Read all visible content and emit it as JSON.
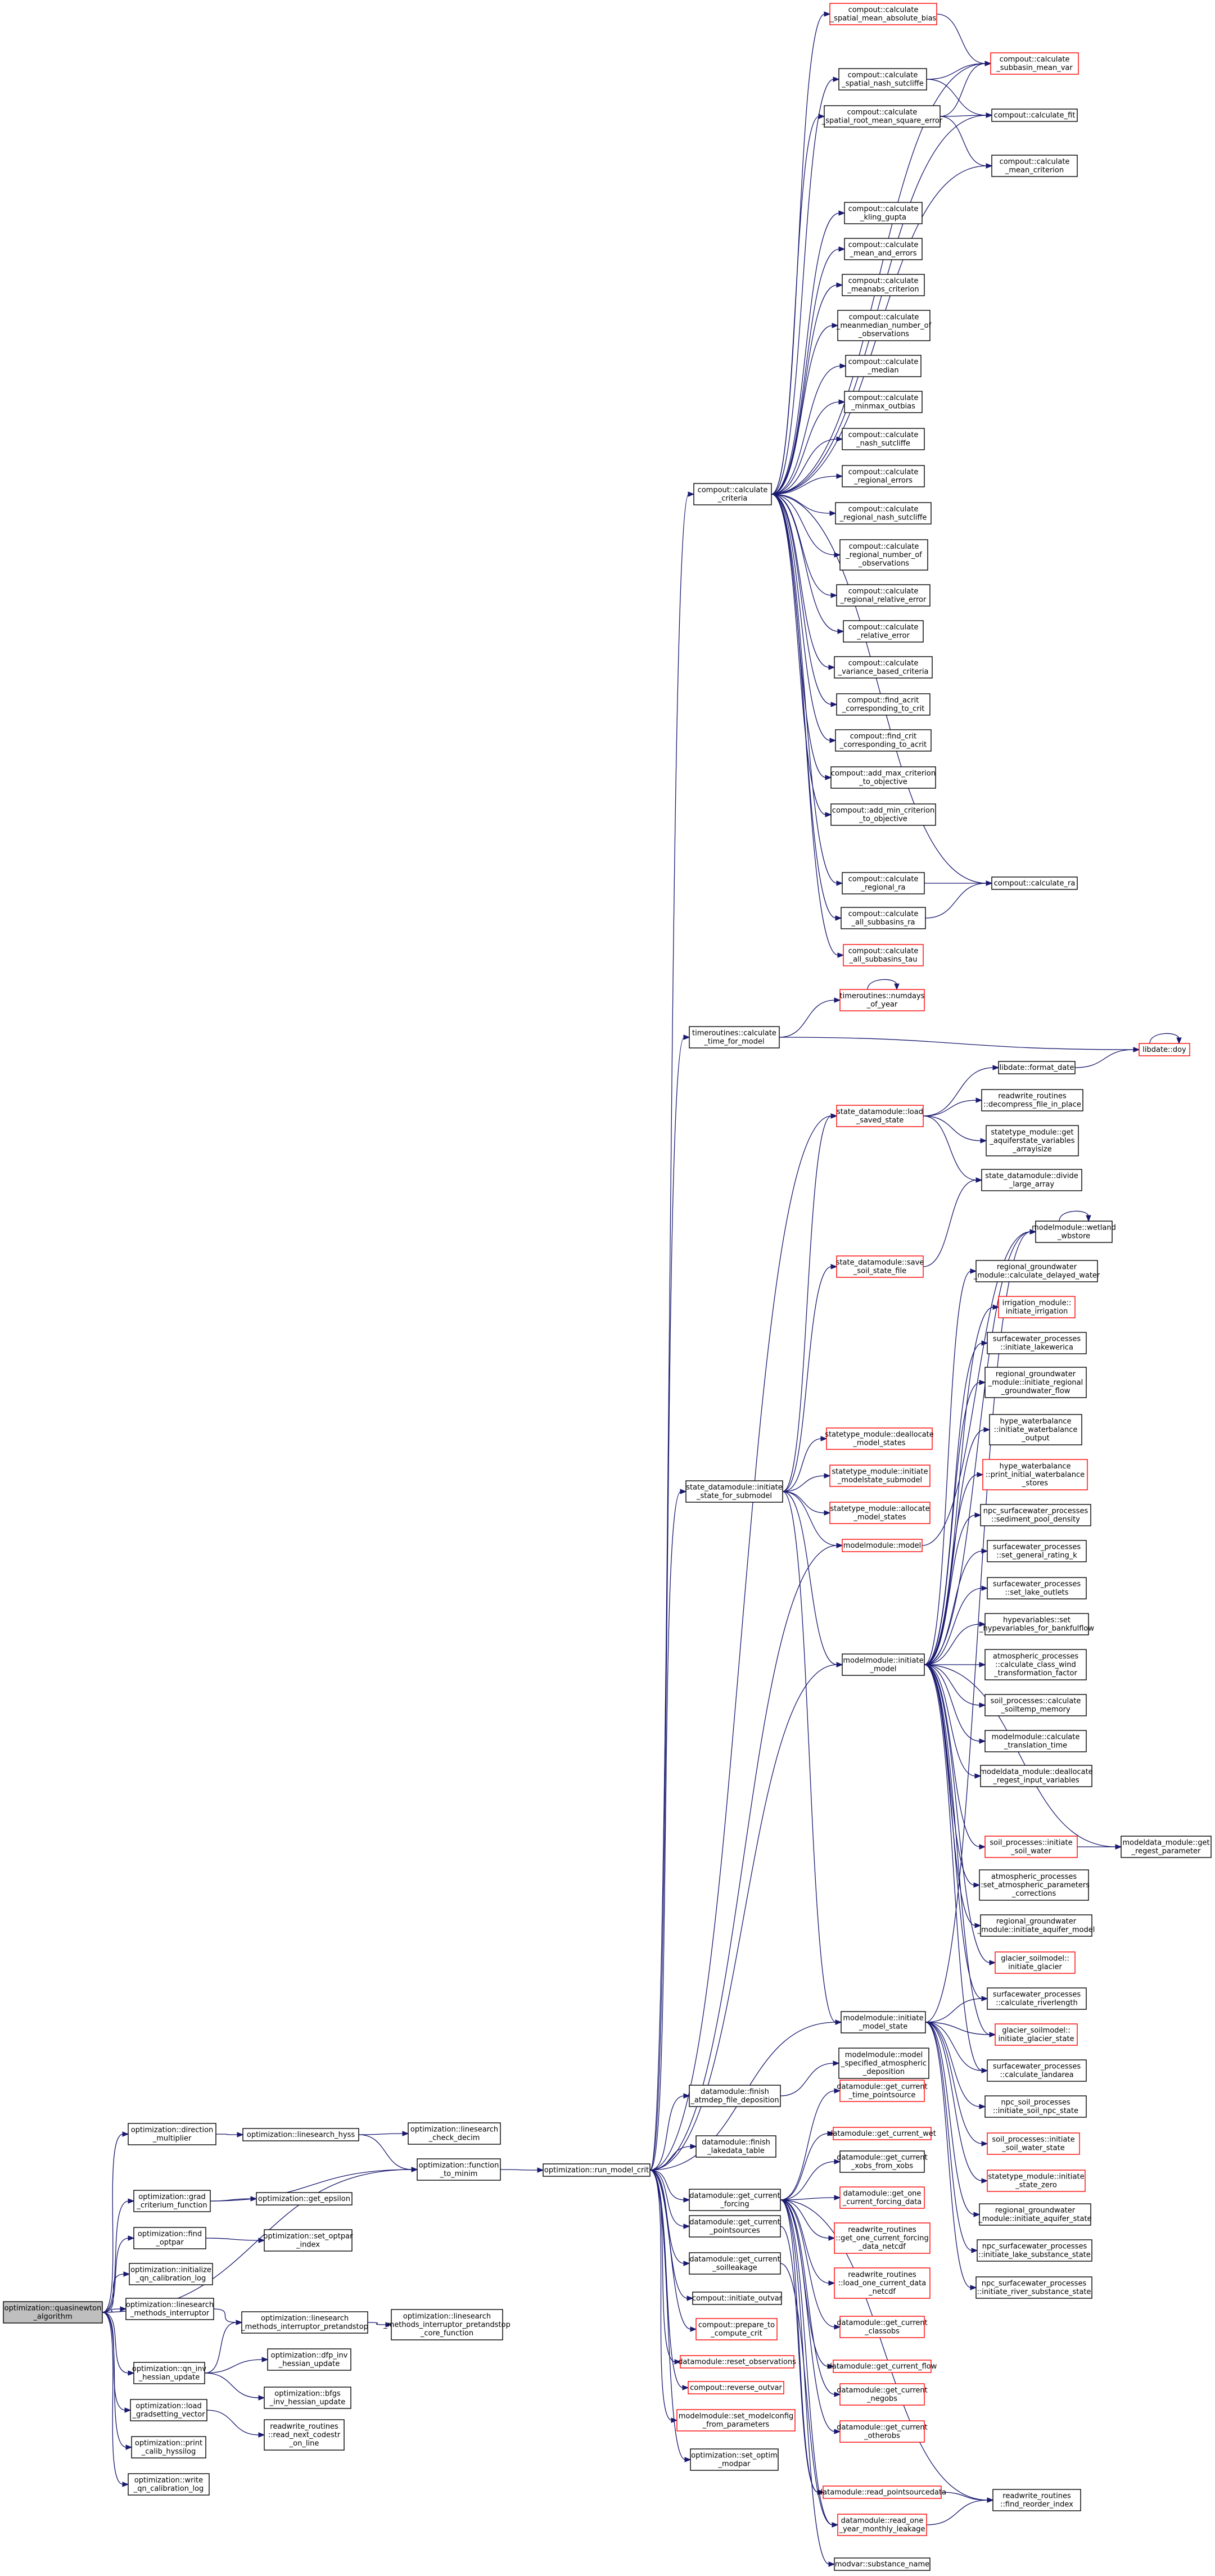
{
  "colors": {
    "edge": "#191970",
    "normal_border": "#000000",
    "incomplete_border": "#ff0000",
    "root_fill": "#bfbfbf",
    "background": "#ffffff"
  },
  "nodes": [
    {
      "id": "root",
      "lines": [
        "optimization::quasinewton",
        "_algorithm"
      ],
      "style": "root"
    },
    {
      "id": "direction",
      "lines": [
        "optimization::direction",
        "_multiplier"
      ],
      "style": "black"
    },
    {
      "id": "grad",
      "lines": [
        "optimization::grad",
        "_criterium_function"
      ],
      "style": "black"
    },
    {
      "id": "findopt",
      "lines": [
        "optimization::find",
        "_optpar"
      ],
      "style": "black"
    },
    {
      "id": "initcal",
      "lines": [
        "optimization::initialize",
        "_qn_calibration_log"
      ],
      "style": "black"
    },
    {
      "id": "lsmeth",
      "lines": [
        "optimization::linesearch",
        "_methods_interruptor"
      ],
      "style": "black"
    },
    {
      "id": "qninv",
      "lines": [
        "optimization::qn_inv",
        "_hessian_update"
      ],
      "style": "black"
    },
    {
      "id": "loadgrad",
      "lines": [
        "optimization::load",
        "_gradsetting_vector"
      ],
      "style": "black"
    },
    {
      "id": "printcal",
      "lines": [
        "optimization::print",
        "_calib_hyssilog"
      ],
      "style": "black"
    },
    {
      "id": "writecal",
      "lines": [
        "optimization::write",
        "_qn_calibration_log"
      ],
      "style": "black"
    },
    {
      "id": "lshyss",
      "lines": [
        "optimization::linesearch_hyss"
      ],
      "style": "black"
    },
    {
      "id": "geteps",
      "lines": [
        "optimization::get_epsilon"
      ],
      "style": "black"
    },
    {
      "id": "setopt",
      "lines": [
        "optimization::set_optpar",
        "_index"
      ],
      "style": "black"
    },
    {
      "id": "lsmeth2",
      "lines": [
        "optimization::linesearch",
        "_methods_interruptor_pretandstop"
      ],
      "style": "black"
    },
    {
      "id": "dfp",
      "lines": [
        "optimization::dfp_inv",
        "_hessian_update"
      ],
      "style": "black"
    },
    {
      "id": "bfgs",
      "lines": [
        "optimization::bfgs",
        "_inv_hessian_update"
      ],
      "style": "black"
    },
    {
      "id": "rwnext",
      "lines": [
        "readwrite_routines",
        "::read_next_codestr",
        "_on_line"
      ],
      "style": "black"
    },
    {
      "id": "lscheck",
      "lines": [
        "optimization::linesearch",
        "_check_decim"
      ],
      "style": "black"
    },
    {
      "id": "fnminim",
      "lines": [
        "optimization::function",
        "_to_minim"
      ],
      "style": "black"
    },
    {
      "id": "lscore",
      "lines": [
        "optimization::linesearch",
        "_methods_interruptor_pretandstop",
        "_core_function"
      ],
      "style": "black"
    },
    {
      "id": "runmodel",
      "lines": [
        "optimization::run_model_crit"
      ],
      "style": "black"
    },
    {
      "id": "critmain",
      "lines": [
        "compout::calculate",
        "_criteria"
      ],
      "style": "black"
    },
    {
      "id": "ctimesall",
      "lines": [
        "timeroutines::calculate",
        "_time_for_model"
      ],
      "style": "black"
    },
    {
      "id": "sdmstate",
      "lines": [
        "state_datamodule::initiate",
        "_state_for_submodel"
      ],
      "style": "black"
    },
    {
      "id": "dmfinish",
      "lines": [
        "datamodule::finish",
        "_atmdep_file_deposition"
      ],
      "style": "black"
    },
    {
      "id": "dmlake",
      "lines": [
        "datamodule::finish",
        "_lakedata_table"
      ],
      "style": "black"
    },
    {
      "id": "dmgetforc",
      "lines": [
        "datamodule::get_current",
        "_forcing"
      ],
      "style": "black"
    },
    {
      "id": "dmgetpoint",
      "lines": [
        "datamodule::get_current",
        "_pointsources"
      ],
      "style": "black"
    },
    {
      "id": "dmgetsoil",
      "lines": [
        "datamodule::get_current",
        "_soilleakage"
      ],
      "style": "black"
    },
    {
      "id": "coinit",
      "lines": [
        "compout::initiate_outvar"
      ],
      "style": "black"
    },
    {
      "id": "coprep",
      "lines": [
        "compout::prepare_to",
        "_compute_crit"
      ],
      "style": "red"
    },
    {
      "id": "dmreset",
      "lines": [
        "datamodule::reset_observations"
      ],
      "style": "red"
    },
    {
      "id": "coreverse",
      "lines": [
        "compout::reverse_outvar"
      ],
      "style": "red"
    },
    {
      "id": "mmsetmc",
      "lines": [
        "modelmodule::set_modelconfig",
        "_from_parameters"
      ],
      "style": "red"
    },
    {
      "id": "optsetoptim",
      "lines": [
        "optimization::set_optim",
        "_modpar"
      ],
      "style": "black"
    },
    {
      "id": "c01",
      "lines": [
        "compout::calculate",
        "_spatial_mean_absolute_bias"
      ],
      "style": "red"
    },
    {
      "id": "c02",
      "lines": [
        "compout::calculate",
        "_spatial_nash_sutcliffe"
      ],
      "style": "black"
    },
    {
      "id": "c03",
      "lines": [
        "compout::calculate",
        "_spatial_root_mean_square_error"
      ],
      "style": "black"
    },
    {
      "id": "c04",
      "lines": [
        "compout::calculate",
        "_kling_gupta"
      ],
      "style": "black"
    },
    {
      "id": "c05",
      "lines": [
        "compout::calculate",
        "_mean_and_errors"
      ],
      "style": "black"
    },
    {
      "id": "c06",
      "lines": [
        "compout::calculate",
        "_meanabs_criterion"
      ],
      "style": "black"
    },
    {
      "id": "c07",
      "lines": [
        "compout::calculate",
        "_meanmedian_number_of",
        "_observations"
      ],
      "style": "black"
    },
    {
      "id": "c08",
      "lines": [
        "compout::calculate",
        "_median"
      ],
      "style": "black"
    },
    {
      "id": "c09",
      "lines": [
        "compout::calculate",
        "_minmax_outbias"
      ],
      "style": "black"
    },
    {
      "id": "c10",
      "lines": [
        "compout::calculate",
        "_nash_sutcliffe"
      ],
      "style": "black"
    },
    {
      "id": "c11",
      "lines": [
        "compout::calculate",
        "_regional_errors"
      ],
      "style": "black"
    },
    {
      "id": "c12",
      "lines": [
        "compout::calculate",
        "_regional_nash_sutcliffe"
      ],
      "style": "black"
    },
    {
      "id": "c13",
      "lines": [
        "compout::calculate",
        "_regional_number_of",
        "_observations"
      ],
      "style": "black"
    },
    {
      "id": "c14",
      "lines": [
        "compout::calculate",
        "_regional_relative_error"
      ],
      "style": "black"
    },
    {
      "id": "c15",
      "lines": [
        "compout::calculate",
        "_relative_error"
      ],
      "style": "black"
    },
    {
      "id": "c16",
      "lines": [
        "compout::calculate",
        "_variance_based_criteria"
      ],
      "style": "black"
    },
    {
      "id": "c17",
      "lines": [
        "compout::find_acrit",
        "_corresponding_to_crit"
      ],
      "style": "black"
    },
    {
      "id": "c18",
      "lines": [
        "compout::find_crit",
        "_corresponding_to_acrit"
      ],
      "style": "black"
    },
    {
      "id": "c19",
      "lines": [
        "compout::add_max_criterion",
        "_to_objective"
      ],
      "style": "black"
    },
    {
      "id": "c20",
      "lines": [
        "compout::add_min_criterion",
        "_to_objective"
      ],
      "style": "black"
    },
    {
      "id": "c21",
      "lines": [
        "compout::calculate",
        "_regional_ra"
      ],
      "style": "black"
    },
    {
      "id": "c22",
      "lines": [
        "compout::calculate",
        "_all_subbasins_ra"
      ],
      "style": "black"
    },
    {
      "id": "c23",
      "lines": [
        "compout::calculate",
        "_all_subbasins_tau"
      ],
      "style": "red"
    },
    {
      "id": "r1",
      "lines": [
        "compout::calculate",
        "_subbasin_mean_var"
      ],
      "style": "red"
    },
    {
      "id": "r2",
      "lines": [
        "compout::calculate_fit"
      ],
      "style": "black"
    },
    {
      "id": "r3",
      "lines": [
        "compout::calculate",
        "_mean_criterion"
      ],
      "style": "black"
    },
    {
      "id": "r4",
      "lines": [
        "compout::calculate_ra"
      ],
      "style": "black"
    },
    {
      "id": "tnumdays",
      "lines": [
        "timeroutines::numdays",
        "_of_year"
      ],
      "style": "red"
    },
    {
      "id": "lformat",
      "lines": [
        "libdate::format_date"
      ],
      "style": "black"
    },
    {
      "id": "ldoy",
      "lines": [
        "libdate::doy"
      ],
      "style": "red"
    },
    {
      "id": "sdmload",
      "lines": [
        "state_datamodule::load",
        "_saved_state"
      ],
      "style": "red"
    },
    {
      "id": "rwdecomp",
      "lines": [
        "readwrite_routines",
        "::decompress_file_in_place"
      ],
      "style": "black"
    },
    {
      "id": "stmget",
      "lines": [
        "statetype_module::get",
        "_aquiferstate_variables",
        "_arrayisize"
      ],
      "style": "black"
    },
    {
      "id": "sdmdivide",
      "lines": [
        "state_datamodule::divide",
        "_large_array"
      ],
      "style": "black"
    },
    {
      "id": "sdmsave",
      "lines": [
        "state_datamodule::save",
        "_soil_state_file"
      ],
      "style": "red"
    },
    {
      "id": "stmdealloc",
      "lines": [
        "statetype_module::deallocate",
        "_model_states"
      ],
      "style": "red"
    },
    {
      "id": "stminit",
      "lines": [
        "statetype_module::initiate",
        "_modelstate_submodel"
      ],
      "style": "red"
    },
    {
      "id": "stmalloc",
      "lines": [
        "statetype_module::allocate",
        "_model_states"
      ],
      "style": "red"
    },
    {
      "id": "mmmodel",
      "lines": [
        "modelmodule::model"
      ],
      "style": "red"
    },
    {
      "id": "mminitmodel",
      "lines": [
        "modelmodule::initiate",
        "_model"
      ],
      "style": "black"
    },
    {
      "id": "mminitstate",
      "lines": [
        "modelmodule::initiate",
        "_model_state"
      ],
      "style": "black"
    },
    {
      "id": "mmwetland",
      "lines": [
        "modelmodule::wetland",
        "_wbstore"
      ],
      "style": "black"
    },
    {
      "id": "rg1",
      "lines": [
        "regional_groundwater",
        "_module::calculate_delayed_water"
      ],
      "style": "black"
    },
    {
      "id": "irr",
      "lines": [
        "irrigation_module::",
        "initiate_irrigation"
      ],
      "style": "red"
    },
    {
      "id": "sw1",
      "lines": [
        "surfacewater_processes",
        "::initiate_lakewerica"
      ],
      "style": "black"
    },
    {
      "id": "rg2",
      "lines": [
        "regional_groundwater",
        "_module::initiate_regional",
        "_groundwater_flow"
      ],
      "style": "black"
    },
    {
      "id": "hw1",
      "lines": [
        "hype_waterbalance",
        "::initiate_waterbalance",
        "_output"
      ],
      "style": "black"
    },
    {
      "id": "hw2",
      "lines": [
        "hype_waterbalance",
        "::print_initial_waterbalance",
        "_stores"
      ],
      "style": "red"
    },
    {
      "id": "npc1",
      "lines": [
        "npc_surfacewater_processes",
        "::sediment_pool_density"
      ],
      "style": "black"
    },
    {
      "id": "sw2",
      "lines": [
        "surfacewater_processes",
        "::set_general_rating_k"
      ],
      "style": "black"
    },
    {
      "id": "sw3",
      "lines": [
        "surfacewater_processes",
        "::set_lake_outlets"
      ],
      "style": "black"
    },
    {
      "id": "hv1",
      "lines": [
        "hypevariables::set",
        "_hypevariables_for_bankfulflow"
      ],
      "style": "black"
    },
    {
      "id": "atm1",
      "lines": [
        "atmospheric_processes",
        "::calculate_class_wind",
        "_transformation_factor"
      ],
      "style": "black"
    },
    {
      "id": "sp1",
      "lines": [
        "soil_processes::calculate",
        "_soiltemp_memory"
      ],
      "style": "black"
    },
    {
      "id": "mmcalc",
      "lines": [
        "modelmodule::calculate",
        "_translation_time"
      ],
      "style": "black"
    },
    {
      "id": "mddealloc",
      "lines": [
        "modeldata_module::deallocate",
        "_regest_input_variables"
      ],
      "style": "black"
    },
    {
      "id": "sp2",
      "lines": [
        "soil_processes::initiate",
        "_soil_water"
      ],
      "style": "red"
    },
    {
      "id": "mdget",
      "lines": [
        "modeldata_module::get",
        "_regest_parameter"
      ],
      "style": "black"
    },
    {
      "id": "atm2",
      "lines": [
        "atmospheric_processes",
        "::set_atmospheric_parameters",
        "_corrections"
      ],
      "style": "black"
    },
    {
      "id": "rg3",
      "lines": [
        "regional_groundwater",
        "_module::initiate_aquifer_model"
      ],
      "style": "black"
    },
    {
      "id": "gl1",
      "lines": [
        "glacier_soilmodel::",
        "initiate_glacier"
      ],
      "style": "red"
    },
    {
      "id": "sw4",
      "lines": [
        "surfacewater_processes",
        "::calculate_riverlength"
      ],
      "style": "black"
    },
    {
      "id": "gl2",
      "lines": [
        "glacier_soilmodel::",
        "initiate_glacier_state"
      ],
      "style": "red"
    },
    {
      "id": "sw5",
      "lines": [
        "surfacewater_processes",
        "::calculate_landarea"
      ],
      "style": "black"
    },
    {
      "id": "npc2",
      "lines": [
        "npc_soil_processes",
        "::initiate_soil_npc_state"
      ],
      "style": "black"
    },
    {
      "id": "sp3",
      "lines": [
        "soil_processes::initiate",
        "_soil_water_state"
      ],
      "style": "red"
    },
    {
      "id": "stm2",
      "lines": [
        "statetype_module::initiate",
        "_state_zero"
      ],
      "style": "red"
    },
    {
      "id": "rg4",
      "lines": [
        "regional_groundwater",
        "_module::initiate_aquifer_state"
      ],
      "style": "black"
    },
    {
      "id": "npc3",
      "lines": [
        "npc_surfacewater_processes",
        "::initiate_lake_substance_state"
      ],
      "style": "black"
    },
    {
      "id": "npc4",
      "lines": [
        "npc_surfacewater_processes",
        "::initiate_river_substance_state"
      ],
      "style": "black"
    },
    {
      "id": "mmspec",
      "lines": [
        "modelmodule::model",
        "_specified_atmospheric",
        "_deposition"
      ],
      "style": "black"
    },
    {
      "id": "dm1",
      "lines": [
        "datamodule::get_current",
        "_time_pointsource"
      ],
      "style": "red"
    },
    {
      "id": "dm2",
      "lines": [
        "datamodule::get_current_wet"
      ],
      "style": "red"
    },
    {
      "id": "dm3",
      "lines": [
        "datamodule::get_current",
        "_xobs_from_xobs"
      ],
      "style": "black"
    },
    {
      "id": "dm4",
      "lines": [
        "datamodule::get_one",
        "_current_forcing_data"
      ],
      "style": "red"
    },
    {
      "id": "rw2",
      "lines": [
        "readwrite_routines",
        "::get_one_current_forcing",
        "_data_netcdf"
      ],
      "style": "red"
    },
    {
      "id": "rw3",
      "lines": [
        "readwrite_routines",
        "::load_one_current_data",
        "_netcdf"
      ],
      "style": "red"
    },
    {
      "id": "dm5",
      "lines": [
        "datamodule::get_current",
        "_classobs"
      ],
      "style": "red"
    },
    {
      "id": "dm6",
      "lines": [
        "datamodule::get_current_flow"
      ],
      "style": "red"
    },
    {
      "id": "dm7",
      "lines": [
        "datamodule::get_current",
        "_negobs"
      ],
      "style": "red"
    },
    {
      "id": "dm8",
      "lines": [
        "datamodule::get_current",
        "_otherobs"
      ],
      "style": "red"
    },
    {
      "id": "dm9",
      "lines": [
        "datamodule::read_pointsourcedata"
      ],
      "style": "red"
    },
    {
      "id": "dm10",
      "lines": [
        "datamodule::read_one",
        "_year_monthly_leakage"
      ],
      "style": "red"
    },
    {
      "id": "rwfind",
      "lines": [
        "readwrite_routines",
        "::find_reorder_index"
      ],
      "style": "black"
    },
    {
      "id": "modsubst",
      "lines": [
        "modvar::substance_name"
      ],
      "style": "black"
    }
  ]
}
